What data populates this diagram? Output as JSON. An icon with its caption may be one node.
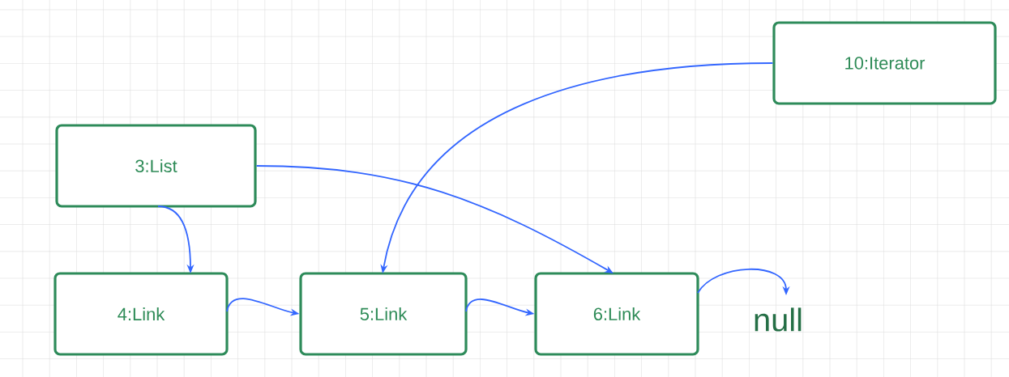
{
  "diagram": {
    "nodes": [
      {
        "text": [
          "10:Iterator"
        ]
      },
      {
        "text": [
          "3:List"
        ]
      },
      {
        "text": [
          "4:Link"
        ]
      },
      {
        "text": [
          "5:Link"
        ]
      },
      {
        "text": [
          "6:Link"
        ]
      },
      {
        "text": [
          "null"
        ]
      }
    ],
    "edges": [
      {
        "from": 0,
        "to": 3,
        "arrow": "to"
      },
      {
        "from": 1,
        "to": 4,
        "arrow": "to"
      },
      {
        "from": 1,
        "to": 2,
        "arrow": "to"
      },
      {
        "from": 2,
        "to": 3,
        "arrow": "to"
      },
      {
        "from": 3,
        "to": 4,
        "arrow": "to"
      },
      {
        "from": 4,
        "to": 5,
        "arrow": "to"
      }
    ]
  }
}
